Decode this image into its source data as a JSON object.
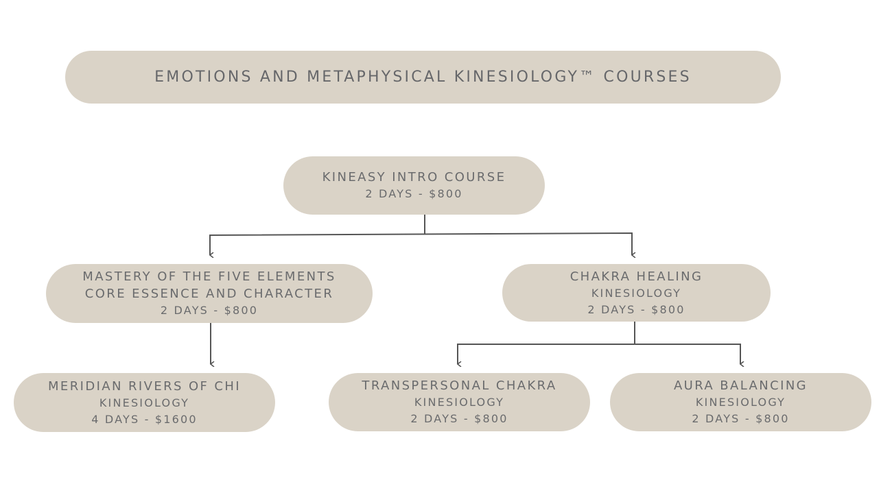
{
  "title": "EMOTIONS AND METAPHYSICAL KINESIOLOGY™ COURSES",
  "colors": {
    "pill": "#dad3c7",
    "text": "#6a6b6d",
    "line": "#555555"
  },
  "nodes": {
    "intro": {
      "lines": [
        "KINEASY INTRO COURSE",
        "2 DAYS - $800"
      ]
    },
    "five_elements": {
      "lines": [
        "MASTERY OF THE FIVE ELEMENTS",
        "CORE ESSENCE AND CHARACTER",
        "2 DAYS - $800"
      ]
    },
    "chakra": {
      "lines": [
        "CHAKRA HEALING",
        "KINESIOLOGY",
        "2 DAYS - $800"
      ]
    },
    "meridian": {
      "lines": [
        "MERIDIAN RIVERS OF CHI",
        "KINESIOLOGY",
        "4 DAYS - $1600"
      ]
    },
    "transpersonal": {
      "lines": [
        "TRANSPERSONAL CHAKRA",
        "KINESIOLOGY",
        "2 DAYS - $800"
      ]
    },
    "aura": {
      "lines": [
        "AURA BALANCING",
        "KINESIOLOGY",
        "2 DAYS - $800"
      ]
    }
  },
  "edges": [
    [
      "intro",
      "five_elements"
    ],
    [
      "intro",
      "chakra"
    ],
    [
      "five_elements",
      "meridian"
    ],
    [
      "chakra",
      "transpersonal"
    ],
    [
      "chakra",
      "aura"
    ]
  ]
}
